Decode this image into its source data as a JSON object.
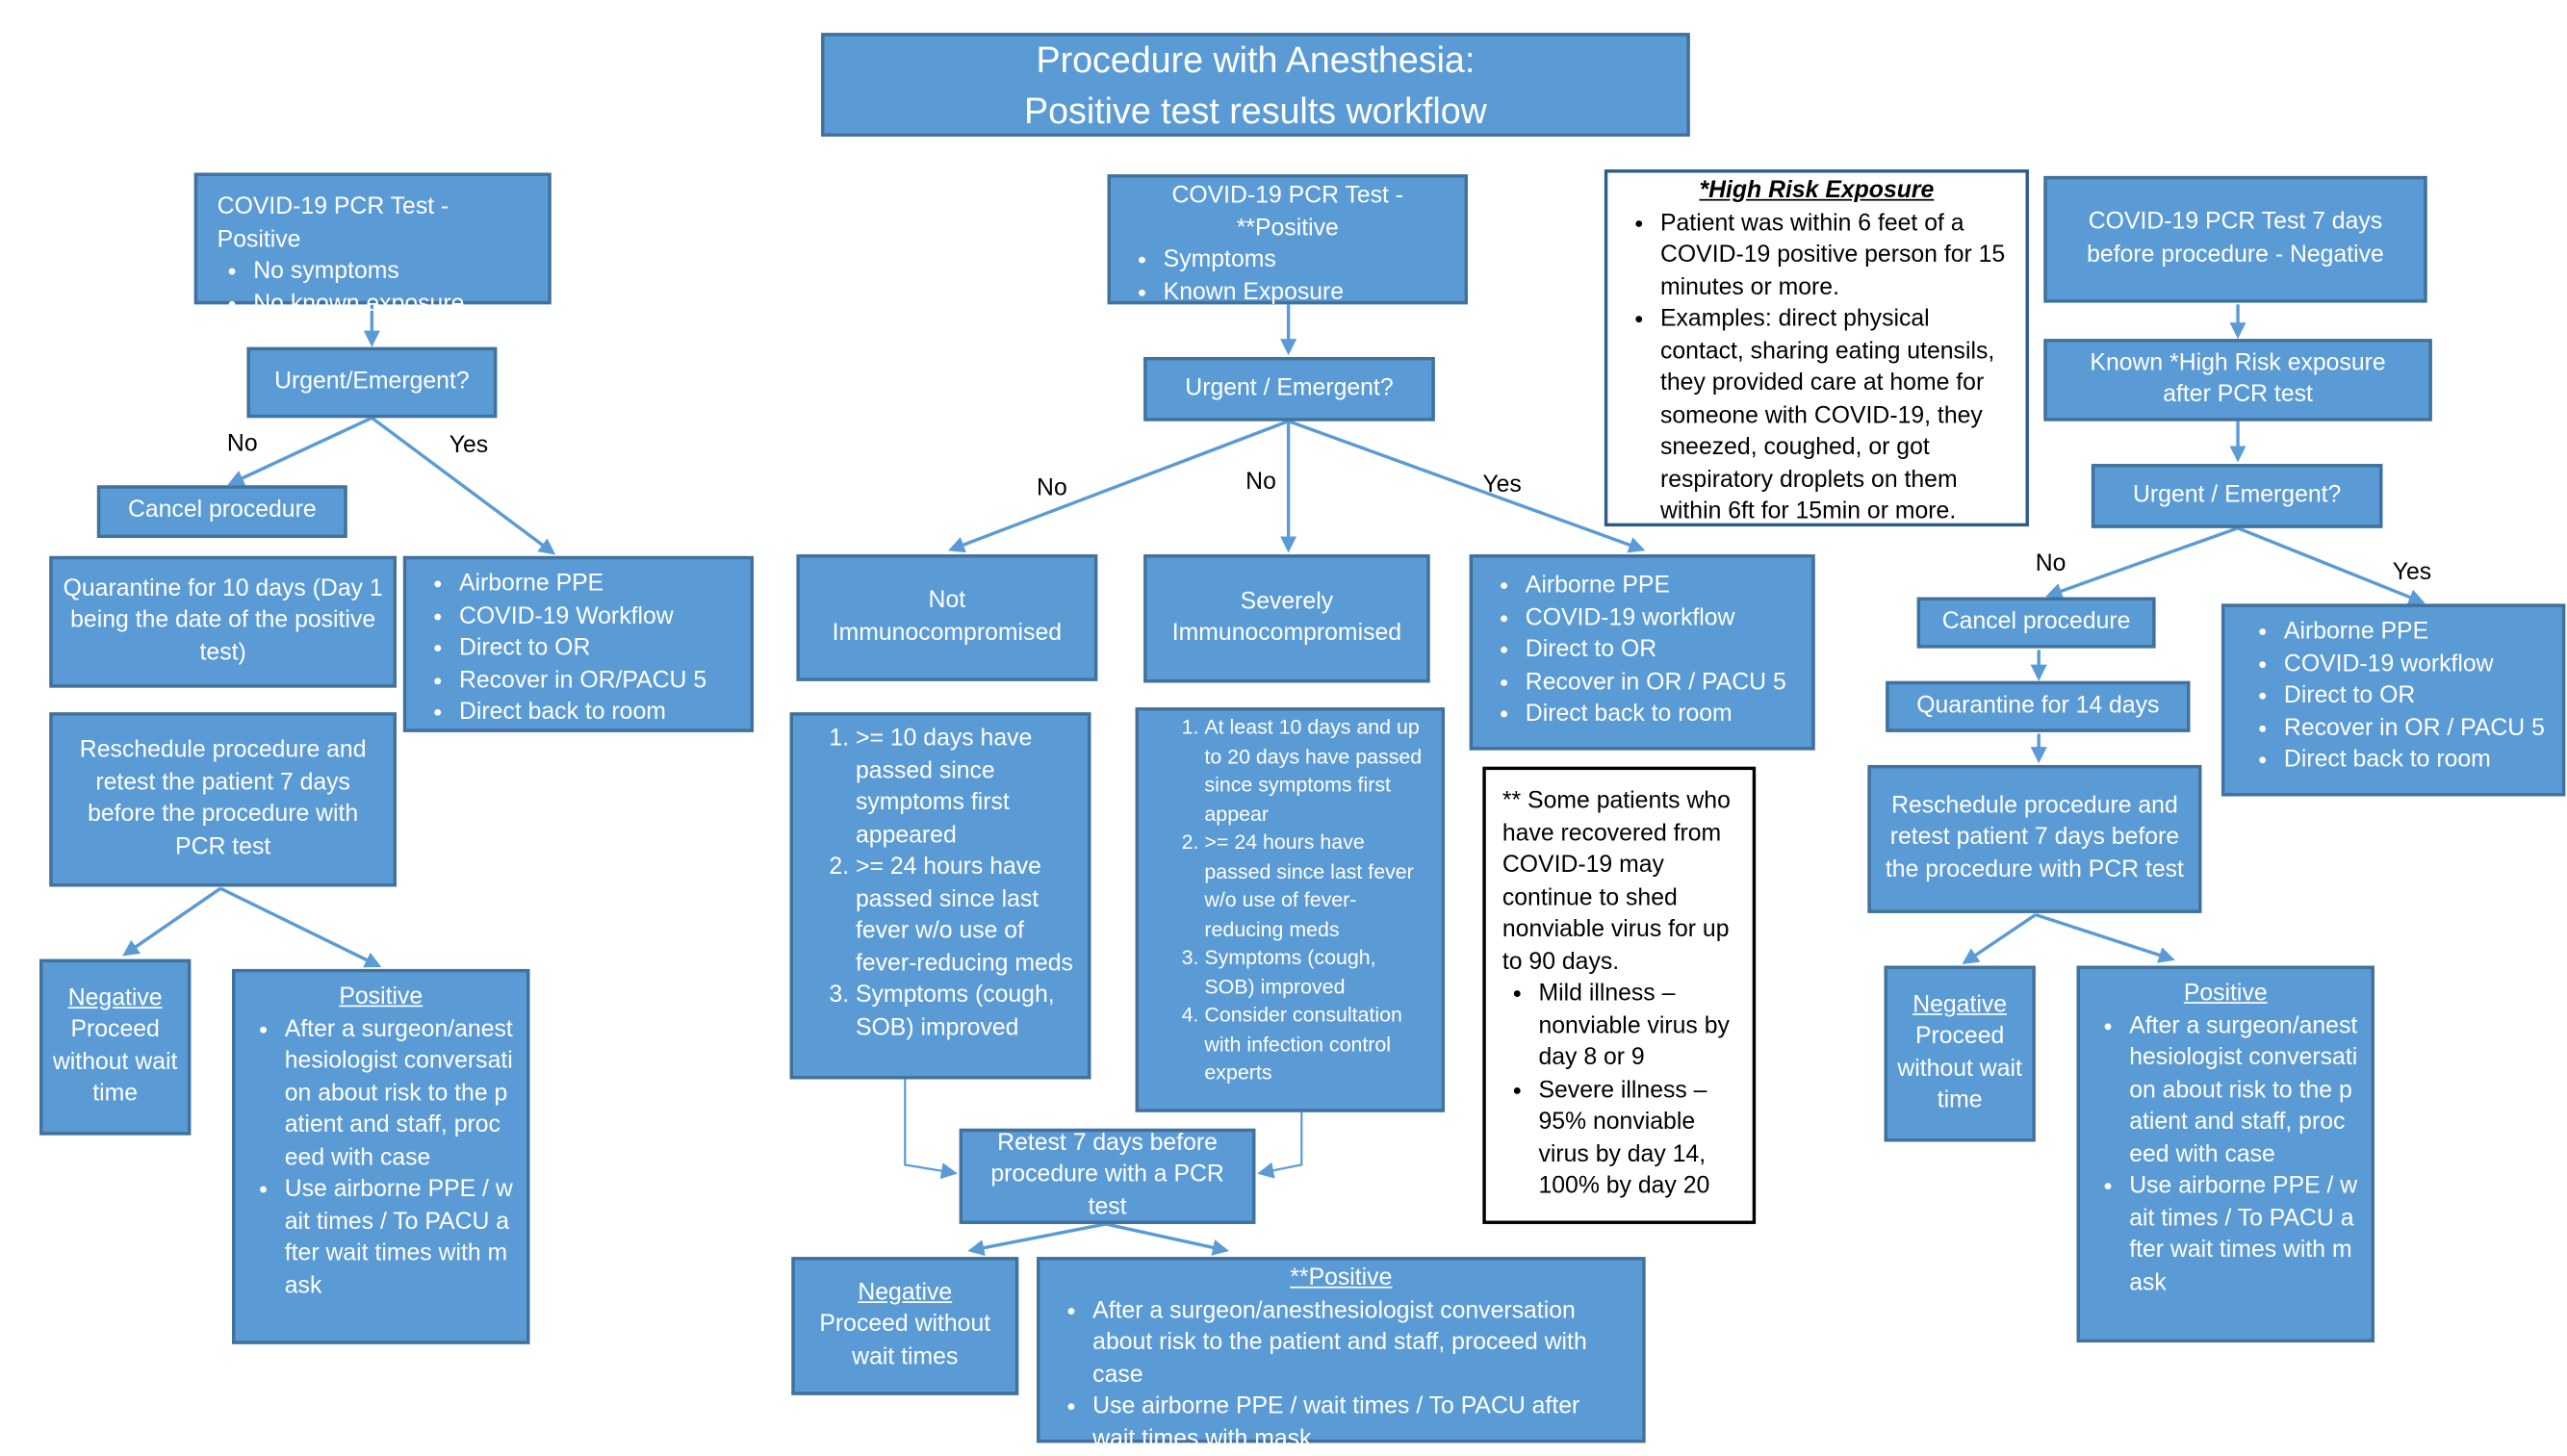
{
  "title": {
    "line1": "Procedure with Anesthesia:",
    "line2": "Positive test results workflow"
  },
  "col1": {
    "start_title": "COVID-19 PCR Test - Positive",
    "start_bullets": [
      "No symptoms",
      "No known exposure"
    ],
    "decision": "Urgent/Emergent?",
    "label_no": "No",
    "label_yes": "Yes",
    "cancel": "Cancel procedure",
    "quarantine": "Quarantine for 10 days (Day 1 being the date of the positive test)",
    "yes_list": [
      "Airborne PPE",
      "COVID-19 Workflow",
      "Direct to OR",
      "Recover in OR/PACU 5",
      "Direct back to room"
    ],
    "reschedule": "Reschedule procedure and retest the patient 7 days before the procedure with PCR test",
    "negative_head": "Negative",
    "negative_body": "Proceed without wait time",
    "positive_head": "Positive",
    "positive_bullets": [
      "After a surgeon/anesthesiologist conversation about risk to the patient and staff, proceed with case",
      "Use airborne PPE / wait times / To PACU after wait times with mask"
    ]
  },
  "col2": {
    "start_title": "COVID-19 PCR Test - **Positive",
    "start_bullets": [
      "Symptoms",
      "Known Exposure"
    ],
    "decision": "Urgent /  Emergent?",
    "label_no_left": "No",
    "label_no_mid": "No",
    "label_yes": "Yes",
    "not_immuno": "Not Immunocompromised",
    "severe_immuno": "Severely Immunocompromised",
    "yes_list": [
      "Airborne PPE",
      "COVID-19 workflow",
      "Direct to OR",
      "Recover in OR / PACU 5",
      "Direct back to room"
    ],
    "not_immuno_list": [
      ">= 10 days have passed since symptoms first appeared",
      ">= 24 hours have passed since last fever w/o use of fever-reducing meds",
      "Symptoms (cough, SOB) improved"
    ],
    "severe_immuno_list": [
      "At least 10 days and up to 20 days have passed since symptoms first appear",
      ">= 24 hours have passed since last fever w/o use of fever-reducing meds",
      "Symptoms (cough, SOB) improved",
      "Consider consultation with infection control experts"
    ],
    "retest": "Retest 7 days before procedure with a PCR test",
    "negative_head": "Negative",
    "negative_body": "Proceed without wait times",
    "positive_head": "**Positive",
    "positive_bullets": [
      "After a surgeon/anesthesiologist conversation about risk to the patient and staff, proceed with case",
      "Use airborne PPE / wait times / To PACU after wait times with mask"
    ]
  },
  "high_risk": {
    "head": "*High Risk Exposure",
    "bullets": [
      "Patient was within 6 feet of a COVID-19 positive person for 15 minutes or more.",
      "Examples:  direct physical contact, sharing eating utensils, they provided care at home for someone with COVID-19, they sneezed, coughed, or got respiratory droplets on them within 6ft for 15min or more."
    ]
  },
  "shedding_note": {
    "intro": "** Some patients who have recovered from COVID-19 may continue to shed nonviable virus for up to 90 days.",
    "bullets": [
      "Mild illness – nonviable virus by day 8 or 9",
      "Severe illness – 95% nonviable virus by day 14, 100% by day 20"
    ]
  },
  "col4": {
    "start": "COVID-19 PCR Test 7 days before procedure - Negative",
    "known": "Known *High Risk exposure after PCR test",
    "decision": "Urgent /  Emergent?",
    "label_no": "No",
    "label_yes": "Yes",
    "cancel": "Cancel procedure",
    "quarantine": "Quarantine for 14 days",
    "yes_list": [
      "Airborne PPE",
      "COVID-19 workflow",
      "Direct to OR",
      "Recover in OR / PACU 5",
      "Direct back to room"
    ],
    "reschedule": "Reschedule procedure and retest patient 7 days before the procedure with PCR test",
    "negative_head": "Negative",
    "negative_body": "Proceed without wait time",
    "positive_head": "Positive",
    "positive_bullets": [
      "After a surgeon/anesthesiologist conversation about risk to the patient and staff, proceed with case",
      "Use airborne PPE / wait times / To PACU after wait times with mask"
    ]
  },
  "colors": {
    "box_fill": "#5b9bd5",
    "box_border": "#41719c",
    "connector": "#5b9bd5"
  }
}
